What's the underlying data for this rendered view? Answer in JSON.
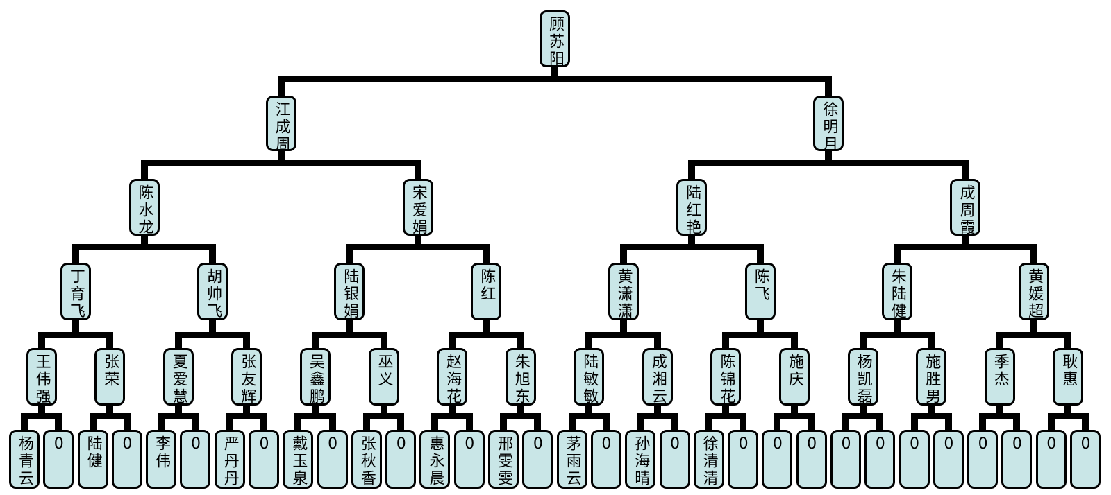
{
  "diagram": {
    "type": "binary-tree",
    "orientation": "top-down",
    "node_fill": "#c9e6e7",
    "node_border_color": "#000000",
    "line_color": "#000000",
    "levels": [
      [
        "顾苏阳"
      ],
      [
        "江成周",
        "徐明月"
      ],
      [
        "陈水龙",
        "宋爱娟",
        "陆红艳",
        "成周霞"
      ],
      [
        "丁育飞",
        "胡帅飞",
        "陆银娟",
        "陈红",
        "黄潇潇",
        "陈飞",
        "朱陆健",
        "黄媛超"
      ],
      [
        "王伟强",
        "张荣",
        "夏爱慧",
        "张友辉",
        "吴鑫鹏",
        "巫义",
        "赵海花",
        "朱旭东",
        "陆敏敏",
        "成湘云",
        "陈锦花",
        "施庆",
        "杨凯磊",
        "施胜男",
        "季杰",
        "耿惠"
      ],
      [
        "杨青云",
        "0",
        "陆健",
        "0",
        "李伟",
        "0",
        "严丹丹",
        "0",
        "戴玉泉",
        "0",
        "张秋香",
        "0",
        "惠永晨",
        "0",
        "邢雯雯",
        "0",
        "茅雨云",
        "0",
        "孙海晴",
        "0",
        "徐清清",
        "0",
        "0",
        "0",
        "0",
        "0",
        "0",
        "0",
        "0",
        "0",
        "0",
        "0"
      ]
    ]
  }
}
